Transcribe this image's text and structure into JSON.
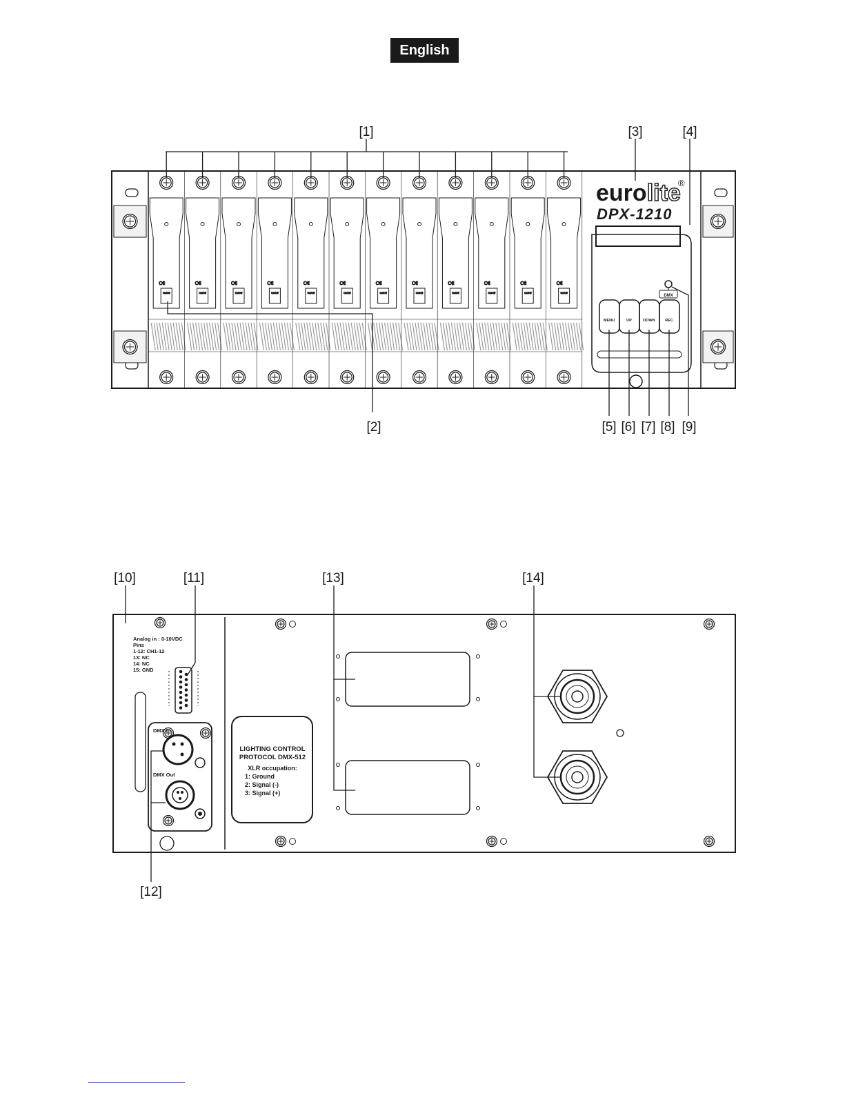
{
  "header": {
    "language": "English"
  },
  "front_panel": {
    "callouts": {
      "c1": "[1]",
      "c2": "[2]",
      "c3": "[3]",
      "c4": "[4]",
      "c5": "[5]",
      "c6": "[6]",
      "c7": "[7]",
      "c8": "[8]",
      "c9": "[9]"
    },
    "brand": {
      "euro": "euro",
      "lite": "lite",
      "reg": "®"
    },
    "model": "DPX-1210",
    "buttons": {
      "menu": "MENU",
      "up": "UP",
      "down": "DOWN",
      "rec": "REC"
    },
    "dmx_led": "DMX",
    "breaker_mark": "C€",
    "breaker_label": "On/Off",
    "channel_count": 12
  },
  "rear_panel": {
    "callouts": {
      "c10": "[10]",
      "c11": "[11]",
      "c12": "[12]",
      "c13": "[13]",
      "c14": "[14]"
    },
    "analog": {
      "line1": "Analog in : 0-10VDC",
      "line2": "Pins",
      "line3": "1-12: CH1-12",
      "line4": "13: NC",
      "line5": "14: NC",
      "line6": "15: GND"
    },
    "dmx_in": "DMX In",
    "dmx_out": "DMX Out",
    "protocol": {
      "line1": "LIGHTING CONTROL",
      "line2": "PROTOCOL DMX-512",
      "line3": "XLR occupation:",
      "line4": "1: Ground",
      "line5": "2: Signal (-)",
      "line6": "3: Signal (+)"
    }
  }
}
